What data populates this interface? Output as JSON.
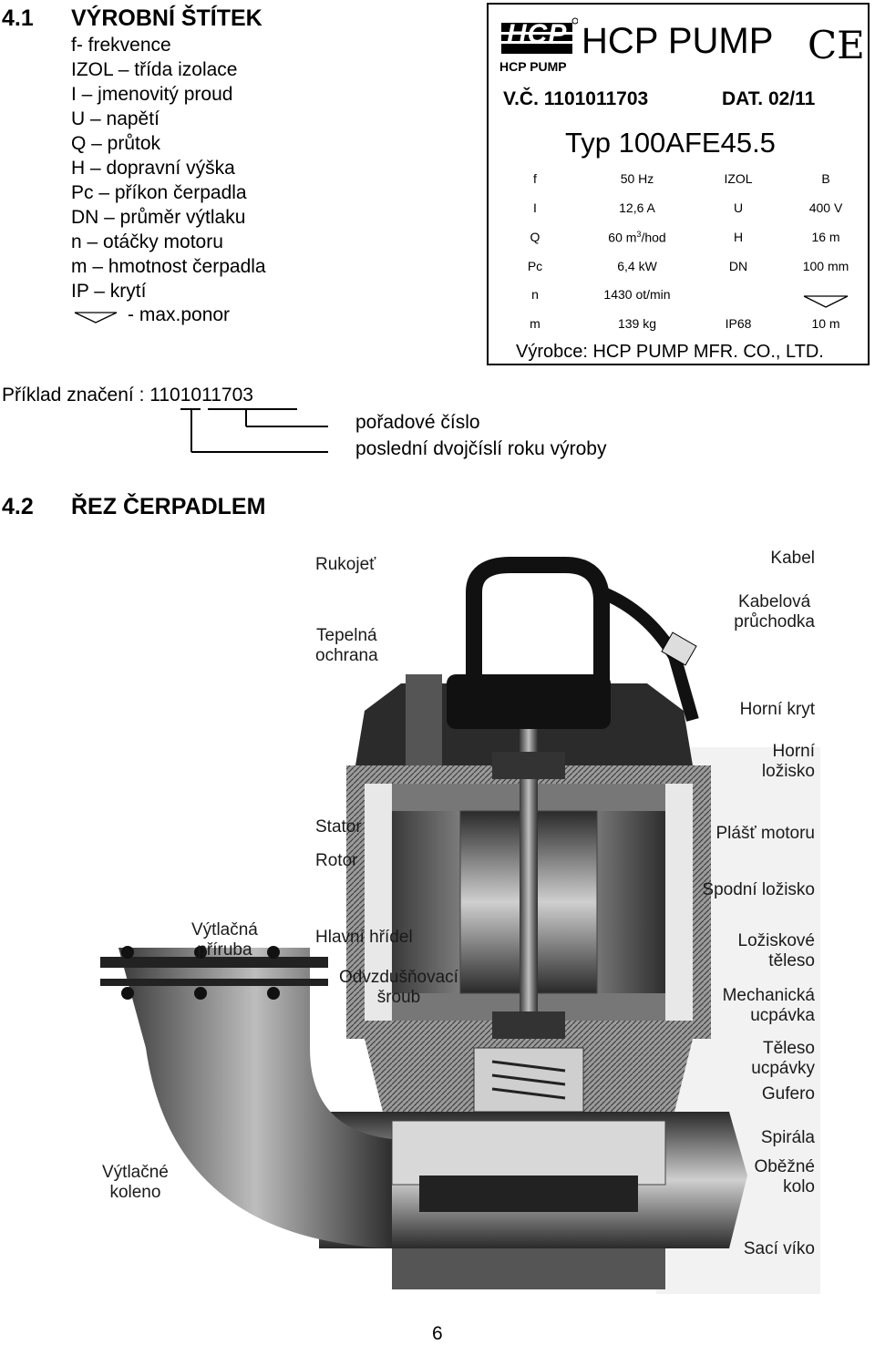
{
  "section1": {
    "number": "4.1",
    "title": "VÝROBNÍ ŠTÍTEK",
    "legend": [
      "f- frekvence",
      "IZOL – třída izolace",
      "I – jmenovitý proud",
      "U – napětí",
      "Q – průtok",
      "H – dopravní výška",
      "Pc – příkon čerpadla",
      "DN – průměr výtlaku",
      "n – otáčky motoru",
      "m – hmotnost čerpadla",
      "IP – krytí"
    ],
    "max_ponor": "- max.ponor"
  },
  "plate": {
    "logo_text": "HCP",
    "logo_sub": "HCP PUMP",
    "brand": "HCP PUMP",
    "ce": "CE",
    "vc": "V.Č. 1101011703",
    "dat": "DAT. 02/11",
    "typ": "Typ 100AFE45.5",
    "rows": [
      [
        "f",
        "50 Hz",
        "IZOL",
        "B"
      ],
      [
        "I",
        "12,6 A",
        "U",
        "400 V"
      ],
      [
        "Q",
        "60 m",
        "H",
        "16 m"
      ],
      [
        "Pc",
        "6,4 kW",
        "DN",
        "100 mm"
      ],
      [
        "n",
        "1430 ot/min",
        "",
        ""
      ],
      [
        "m",
        "139  kg",
        "IP68",
        "10 m"
      ]
    ],
    "q_sup": "3",
    "q_tail": "/hod",
    "maker": "Výrobce: HCP PUMP MFR. CO., LTD."
  },
  "example": {
    "label": "Příklad značení : 1101011703",
    "poradove": "pořadové číslo",
    "posledni": "poslední dvojčíslí roku výroby"
  },
  "section2": {
    "number": "4.2",
    "title": "ŘEZ ČERPADLEM"
  },
  "parts": {
    "rukojet": "Rukojeť",
    "tepelna": [
      "Tepelná",
      "ochrana"
    ],
    "stator": "Stator",
    "rotor": "Rotor",
    "vytlacna": [
      "Výtlačná",
      "příruba"
    ],
    "hlavni": "Hlavní hřídel",
    "odvzdus": [
      "Odvzdušňovací",
      "šroub"
    ],
    "vytlacne": [
      "Výtlačné",
      "koleno"
    ],
    "kabel": "Kabel",
    "kabelova": [
      "Kabelová",
      "průchodka"
    ],
    "horni_kryt": "Horní kryt",
    "horni_loz": [
      "Horní",
      "ložisko"
    ],
    "plast": "Plášť motoru",
    "spodni": "Spodní ložisko",
    "loziskove": [
      "Ložiskové",
      "těleso"
    ],
    "mech": [
      "Mechanická",
      "ucpávka"
    ],
    "teleso": [
      "Těleso",
      "ucpávky"
    ],
    "gufero": "Gufero",
    "spirala": "Spirála",
    "obezne": [
      "Oběžné",
      "kolo"
    ],
    "saci": "Sací víko"
  },
  "page_number": "6"
}
